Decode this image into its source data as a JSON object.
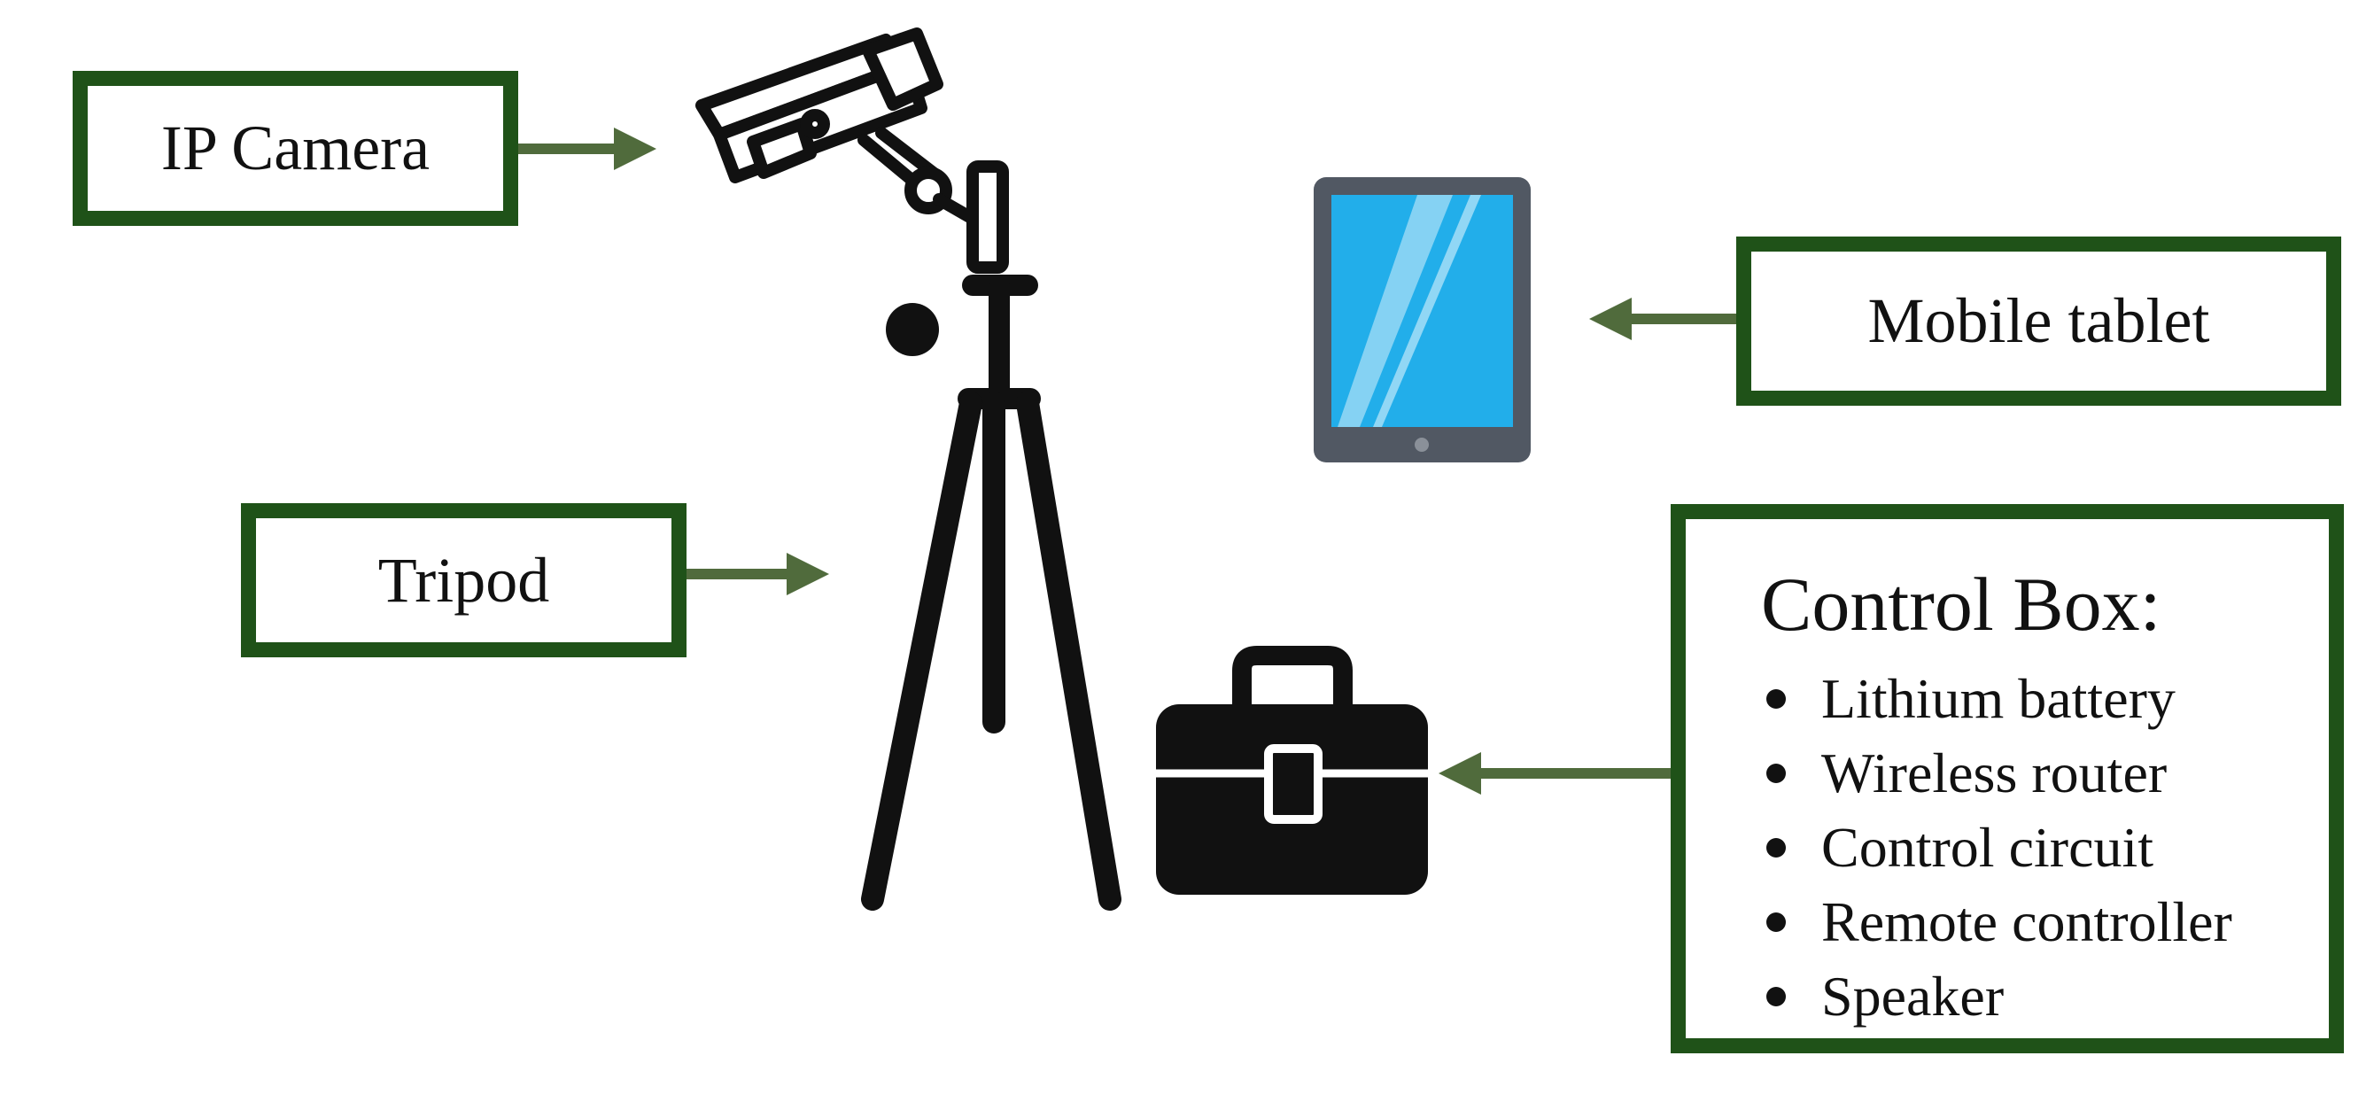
{
  "labels": {
    "ip_camera": "IP Camera",
    "tripod": "Tripod",
    "mobile_tablet": "Mobile tablet"
  },
  "control_box": {
    "title": "Control Box:",
    "items": [
      "Lithium battery",
      "Wireless router",
      "Control circuit",
      "Remote controller",
      "Speaker"
    ]
  },
  "colors": {
    "box_border": "#1f5218",
    "arrow": "#506b3c",
    "icon": "#111111",
    "tablet_frame": "#515863",
    "tablet_screen": "#22aeea"
  },
  "icons": [
    "ip-camera-icon",
    "tripod-icon",
    "tablet-icon",
    "toolbox-icon"
  ]
}
